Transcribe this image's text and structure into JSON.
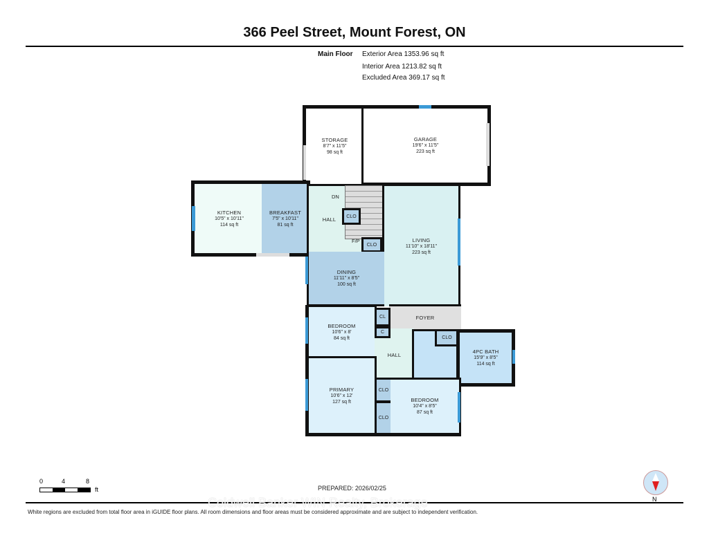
{
  "title": "366 Peel Street, Mount Forest, ON",
  "floor": {
    "name": "Main Floor",
    "exterior": "Exterior Area 1353.96 sq ft",
    "interior": "Interior Area 1213.82 sq ft",
    "excluded": "Excluded Area 369.17 sq ft"
  },
  "rooms": {
    "storage": {
      "name": "STORAGE",
      "dims": "8'7\" x 11'5\"",
      "area": "98 sq ft"
    },
    "garage": {
      "name": "GARAGE",
      "dims": "19'6\" x 11'5\"",
      "area": "223 sq ft"
    },
    "kitchen": {
      "name": "KITCHEN",
      "dims": "10'5\" x 10'11\"",
      "area": "114 sq ft"
    },
    "breakfast": {
      "name": "BREAKFAST",
      "dims": "7'5\" x 10'11\"",
      "area": "81 sq ft"
    },
    "hall1": {
      "name": "HALL"
    },
    "living": {
      "name": "LIVING",
      "dims": "11'10\" x 18'11\"",
      "area": "223 sq ft"
    },
    "dining": {
      "name": "DINING",
      "dims": "11'11\" x 8'5\"",
      "area": "100 sq ft"
    },
    "bedroom1": {
      "name": "BEDROOM",
      "dims": "10'6\" x 8'",
      "area": "84 sq ft"
    },
    "foyer": {
      "name": "FOYER"
    },
    "hall2": {
      "name": "HALL"
    },
    "bath": {
      "name": "4PC BATH",
      "dims": "15'9\" x 8'5\"",
      "area": "114 sq ft"
    },
    "primary": {
      "name": "PRIMARY",
      "dims": "10'6\" x 12'",
      "area": "127 sq ft"
    },
    "bedroom2": {
      "name": "BEDROOM",
      "dims": "10'4\" x 8'5\"",
      "area": "87 sq ft"
    },
    "cl": "CL",
    "c": "C",
    "clo": "CLO",
    "dn": "DN",
    "fp": "F/P"
  },
  "scale": {
    "ticks": [
      "0",
      "4",
      "8"
    ],
    "unit": "ft"
  },
  "prepared": "PREPARED: 2026/02/25",
  "watermark": "Coldwell Banker WIN Realty, Brokerage",
  "north": "N",
  "disclaimer": "White regions are excluded from total floor area in iGUIDE floor plans. All room dimensions and floor areas must be considered approximate and are subject to independent verification."
}
